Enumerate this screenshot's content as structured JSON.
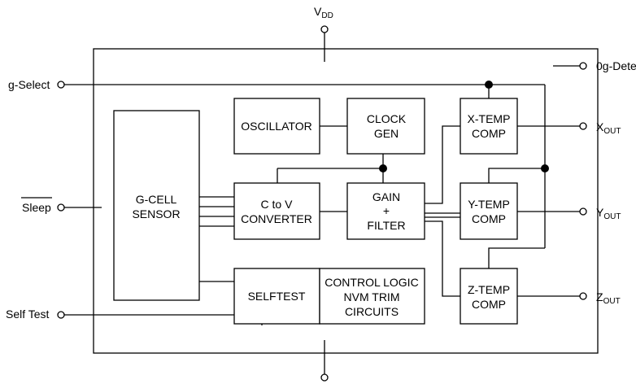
{
  "pins": {
    "vdd": "V",
    "vdd_sub": "DD",
    "g_select": "g-Select",
    "sleep": "Sleep",
    "self_test": "Self Test",
    "zero_g_detect": "0g-Dete",
    "x_out": "X",
    "x_out_sub": "OUT",
    "y_out": "Y",
    "y_out_sub": "OUT",
    "z_out": "Z",
    "z_out_sub": "OUT"
  },
  "blocks": {
    "gcell": [
      "G-CELL",
      "SENSOR"
    ],
    "oscillator": [
      "OSCILLATOR"
    ],
    "clock_gen": [
      "CLOCK",
      "GEN"
    ],
    "c_to_v": [
      "C to V",
      "CONVERTER"
    ],
    "gain_filter": [
      "GAIN",
      "+",
      "FILTER"
    ],
    "selftest": [
      "SELFTEST"
    ],
    "control_logic": [
      "CONTROL LOGIC",
      "NVM TRIM",
      "CIRCUITS"
    ],
    "x_temp": [
      "X-TEMP",
      "COMP"
    ],
    "y_temp": [
      "Y-TEMP",
      "COMP"
    ],
    "z_temp": [
      "Z-TEMP",
      "COMP"
    ]
  }
}
